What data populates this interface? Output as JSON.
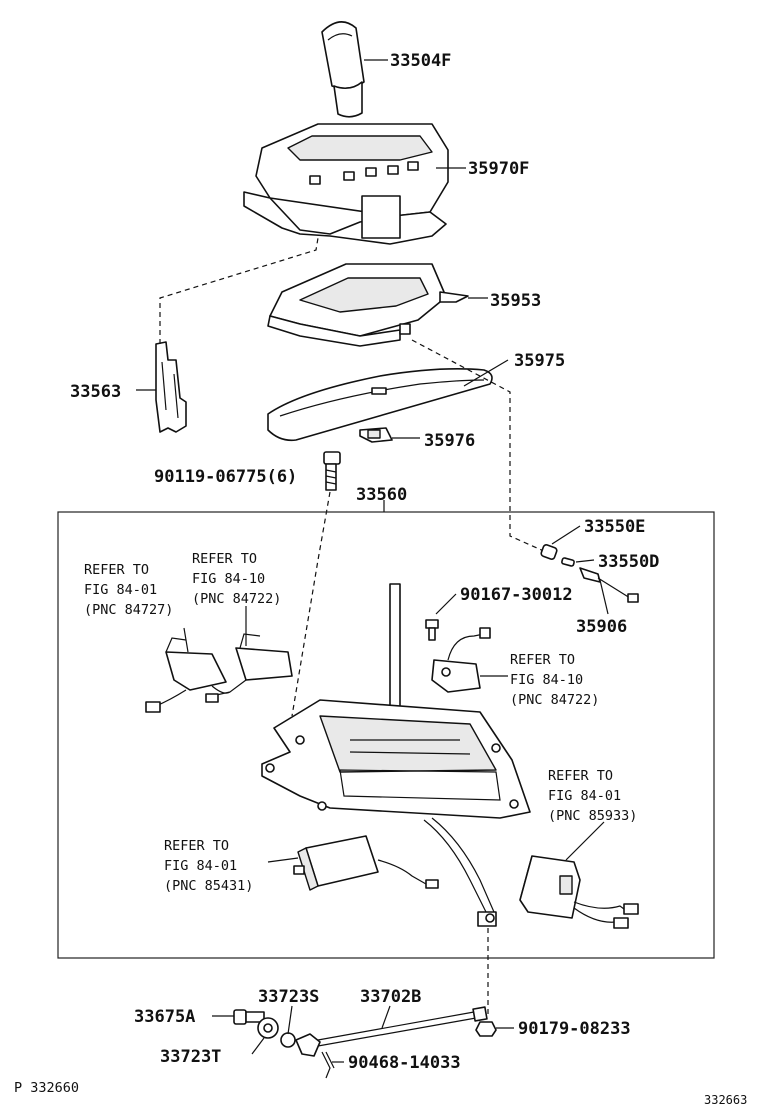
{
  "labels": {
    "p33504F": "33504F",
    "p35970F": "35970F",
    "p35953": "35953",
    "p33563": "33563",
    "p35975": "35975",
    "p35976": "35976",
    "p90119": "90119-06775(6)",
    "p33560": "33560",
    "p33550E": "33550E",
    "p33550D": "33550D",
    "p35906": "35906",
    "p90167": "90167-30012",
    "p33675A": "33675A",
    "p33723S": "33723S",
    "p33702B": "33702B",
    "p33723T": "33723T",
    "p90179": "90179-08233",
    "p90468": "90468-14033"
  },
  "refs": {
    "r1": {
      "l1": "REFER TO",
      "l2": "FIG 84-01",
      "l3": "(PNC 84727)"
    },
    "r2": {
      "l1": "REFER TO",
      "l2": "FIG 84-10",
      "l3": "(PNC 84722)"
    },
    "r3": {
      "l1": "REFER TO",
      "l2": "FIG 84-10",
      "l3": "(PNC 84722)"
    },
    "r4": {
      "l1": "REFER TO",
      "l2": "FIG 84-01",
      "l3": "(PNC 85933)"
    },
    "r5": {
      "l1": "REFER TO",
      "l2": "FIG 84-01",
      "l3": "(PNC 85431)"
    }
  },
  "footer": {
    "left": "P 332660",
    "right": "332663"
  }
}
